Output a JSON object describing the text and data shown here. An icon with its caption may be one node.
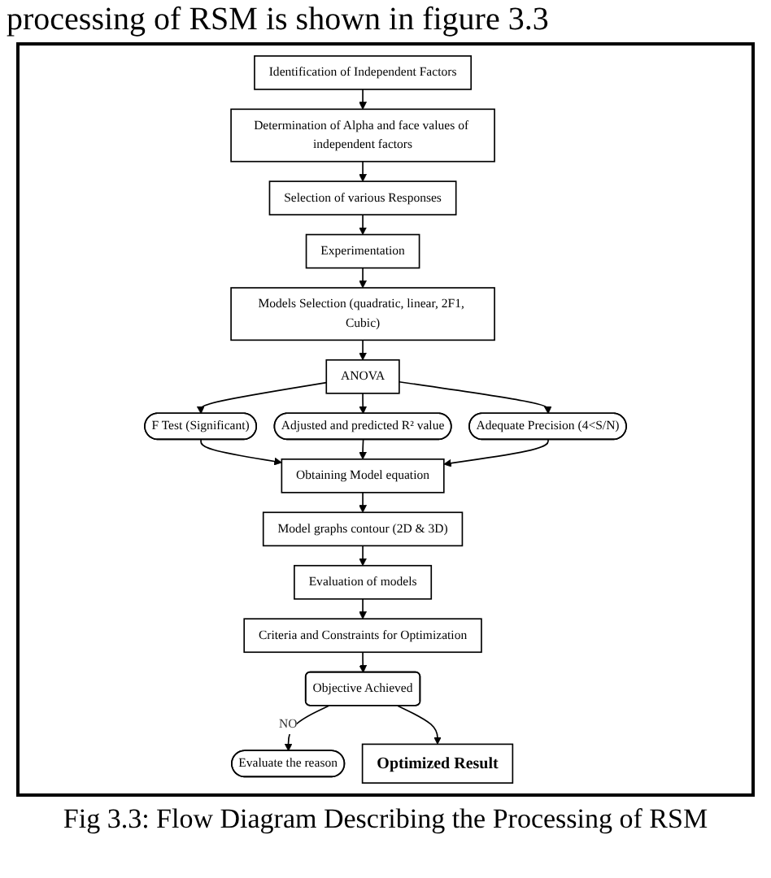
{
  "diagram": {
    "caption": "Fig 3.3: Flow Diagram Describing the Processing of RSM",
    "nodes": [
      {
        "text": [
          "Identification of Independent Factors"
        ]
      },
      {
        "text": [
          "Determination of Alpha and face values of independent factors"
        ]
      },
      {
        "text": [
          "Selection of various Responses"
        ]
      },
      {
        "text": [
          "Experimentation"
        ]
      },
      {
        "text": [
          "Models Selection (quadratic, linear, 2F1, Cubic)"
        ]
      },
      {
        "text": [
          "ANOVA"
        ]
      },
      {
        "text": [
          "F Test (Significant)"
        ]
      },
      {
        "text": [
          "Adjusted and predicted R² value"
        ]
      },
      {
        "text": [
          "Adequate Precision (4<S/N)"
        ]
      },
      {
        "text": [
          "Obtaining Model equation"
        ]
      },
      {
        "text": [
          "Model graphs contour (2D & 3D)"
        ]
      },
      {
        "text": [
          "Evaluation of models"
        ]
      },
      {
        "text": [
          "Criteria and Constraints for Optimization"
        ]
      },
      {
        "text": [
          "Objective Achieved"
        ]
      },
      {
        "text": [
          "Evaluate the reason"
        ]
      },
      {
        "text": [
          "Optimized Result"
        ]
      }
    ],
    "edges": [
      {
        "from": 0,
        "to": 1,
        "arrow": "to"
      },
      {
        "from": 1,
        "to": 2,
        "arrow": "to"
      },
      {
        "from": 2,
        "to": 3,
        "arrow": "to"
      },
      {
        "from": 3,
        "to": 4,
        "arrow": "to"
      },
      {
        "from": 4,
        "to": 5,
        "arrow": "to"
      },
      {
        "from": 5,
        "to": 6,
        "arrow": "to"
      },
      {
        "from": 5,
        "to": 7,
        "arrow": "to"
      },
      {
        "from": 5,
        "to": 8,
        "arrow": "to"
      },
      {
        "from": 6,
        "to": 9,
        "arrow": "to"
      },
      {
        "from": 7,
        "to": 9,
        "arrow": "to"
      },
      {
        "from": 8,
        "to": 9,
        "arrow": "to"
      },
      {
        "from": 9,
        "to": 10,
        "arrow": "to"
      },
      {
        "from": 10,
        "to": 11,
        "arrow": "to"
      },
      {
        "from": 11,
        "to": 12,
        "arrow": "to"
      },
      {
        "from": 12,
        "to": 13,
        "arrow": "to"
      },
      {
        "from": 13,
        "to": 14,
        "label": "NO",
        "arrow": "to"
      },
      {
        "from": 13,
        "to": 15,
        "arrow": "to"
      }
    ],
    "labels": [
      "processing of RSM is shown in figure 3.3"
    ]
  }
}
